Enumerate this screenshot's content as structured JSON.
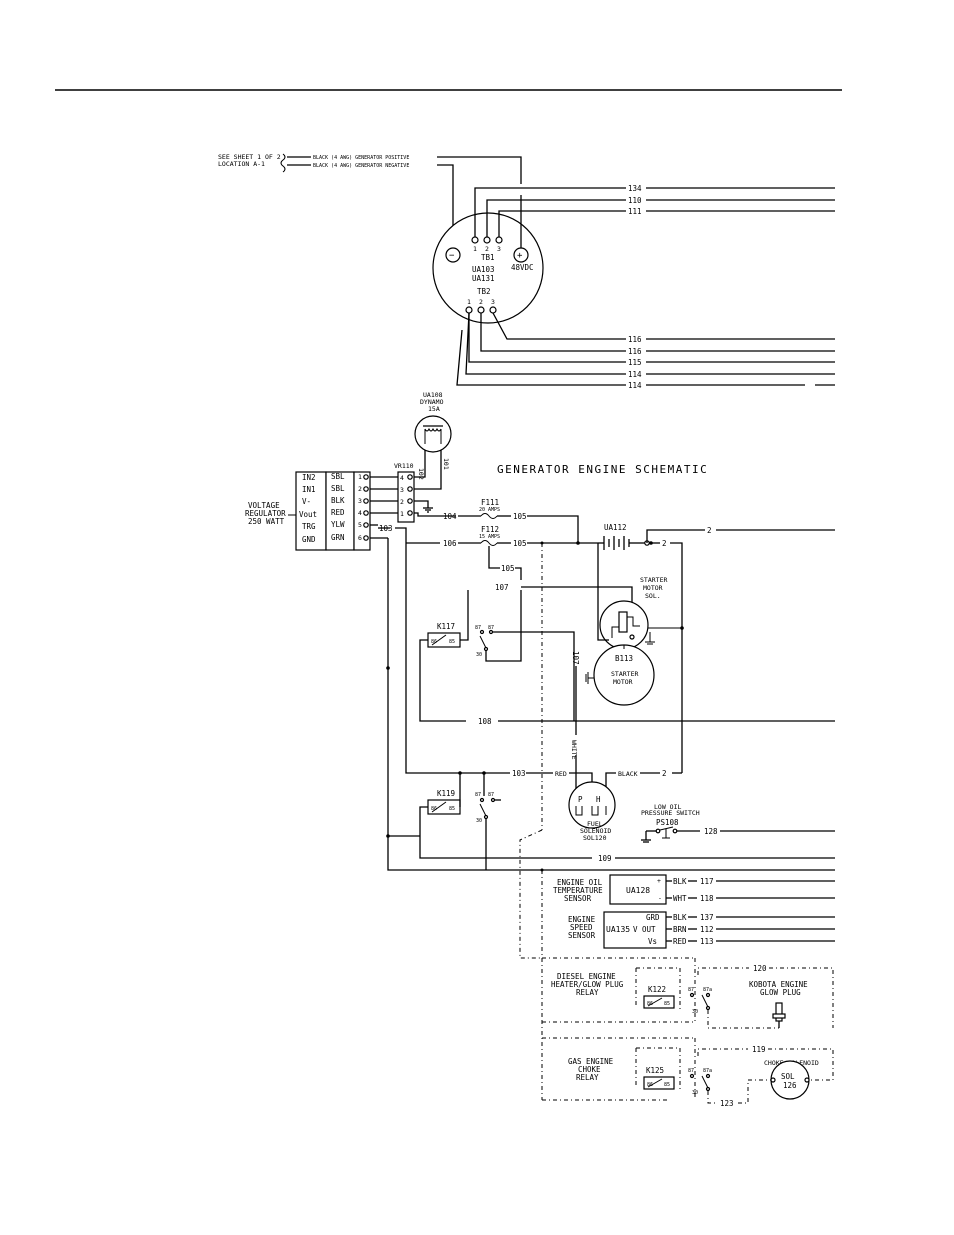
{
  "title": "GENERATOR ENGINE SCHEMATIC",
  "sheet_ref": {
    "line1": "SEE SHEET 1 OF 2",
    "line2": "LOCATION A-1"
  },
  "cables": {
    "positive": "BLACK (4 AWG) GENERATOR POSITIVE",
    "negative": "BLACK (4 AWG) GENERATOR NEGATIVE"
  },
  "main_unit": {
    "tb1_label": "TB1",
    "tb2_label": "TB2",
    "id1": "UA103",
    "id2": "UA131",
    "voltage": "48VDC",
    "term1": "1",
    "term2": "2",
    "term3": "3",
    "minus": "−",
    "plus": "+"
  },
  "wires": {
    "w134": "134",
    "w110": "110",
    "w111": "111",
    "w116a": "116",
    "w116b": "116",
    "w115": "115",
    "w114a": "114",
    "w114b": "114",
    "w102": "102",
    "w101": "101",
    "w104": "104",
    "w105a": "105",
    "w106": "106",
    "w105b": "105",
    "w105c": "105",
    "w107a": "107",
    "w107b": "107",
    "w108": "108",
    "w103a": "103",
    "w103b": "103",
    "w109": "109",
    "w2a": "2",
    "w2b": "2",
    "w2c": "2",
    "w128": "128",
    "w117": "117",
    "w118": "118",
    "w137": "137",
    "w112": "112",
    "w113": "113",
    "w120": "120",
    "w119": "119",
    "w123": "123"
  },
  "dynamo": {
    "id": "UA108",
    "name": "DYNAMO",
    "rating": "15A"
  },
  "voltage_regulator": {
    "label1": "VOLTAGE",
    "label2": "REGULATOR",
    "label3": "250 WATT",
    "pins": [
      "IN2",
      "IN1",
      "V-",
      "Vout",
      "TRG",
      "GND"
    ],
    "colors": [
      "SBL",
      "SBL",
      "BLK",
      "RED",
      "YLW",
      "GRN"
    ],
    "terminals": [
      "1",
      "2",
      "3",
      "4",
      "5",
      "6"
    ]
  },
  "vr110": {
    "id": "VR110",
    "terminals": [
      "4",
      "3",
      "2",
      "1"
    ]
  },
  "fuses": {
    "f111_id": "F111",
    "f111_rating": "20 AMPS",
    "f112_id": "F112",
    "f112_rating": "15 AMPS"
  },
  "battery": {
    "id": "UA112"
  },
  "starter": {
    "sol1": "STARTER",
    "sol2": "MOTOR",
    "sol3": "SOL.",
    "motor_id": "B113",
    "motor1": "STARTER",
    "motor2": "MOTOR"
  },
  "relays": {
    "k117": "K117",
    "k119": "K119",
    "k122": "K122",
    "k125": "K125",
    "pin86": "86",
    "pin85": "85",
    "pin87": "87",
    "pin87a": "87a",
    "pin30": "30"
  },
  "fuel_solenoid": {
    "label1": "FUEL",
    "label2": "SOLENOID",
    "id": "SOL120",
    "p": "P",
    "h": "H",
    "red": "RED",
    "white": "WHITE",
    "black": "BLACK"
  },
  "oil_switch": {
    "line1": "LOW OIL",
    "line2": "PRESSURE SWITCH",
    "id": "PS108"
  },
  "temp_sensor": {
    "line1": "ENGINE OIL",
    "line2": "TEMPERATURE",
    "line3": "SENSOR",
    "id": "UA128",
    "plus": "+",
    "minus": "-",
    "blk": "BLK",
    "wht": "WHT"
  },
  "speed_sensor": {
    "line1": "ENGINE",
    "line2": "SPEED",
    "line3": "SENSOR",
    "id": "UA135",
    "vout": "V OUT",
    "pins": [
      "GRD",
      "",
      "Vs"
    ],
    "colors": [
      "BLK",
      "BRN",
      "RED"
    ]
  },
  "glow_relay": {
    "line1": "DIESEL ENGINE",
    "line2": "HEATER/GLOW PLUG",
    "line3": "RELAY"
  },
  "glow_plug": {
    "line1": "KOBOTA ENGINE",
    "line2": "GLOW PLUG"
  },
  "choke_relay": {
    "line1": "GAS ENGINE",
    "line2": "CHOKE",
    "line3": "RELAY"
  },
  "choke_solenoid": {
    "label": "CHOKE SOLENOID",
    "sol": "SOL",
    "id": "126"
  }
}
